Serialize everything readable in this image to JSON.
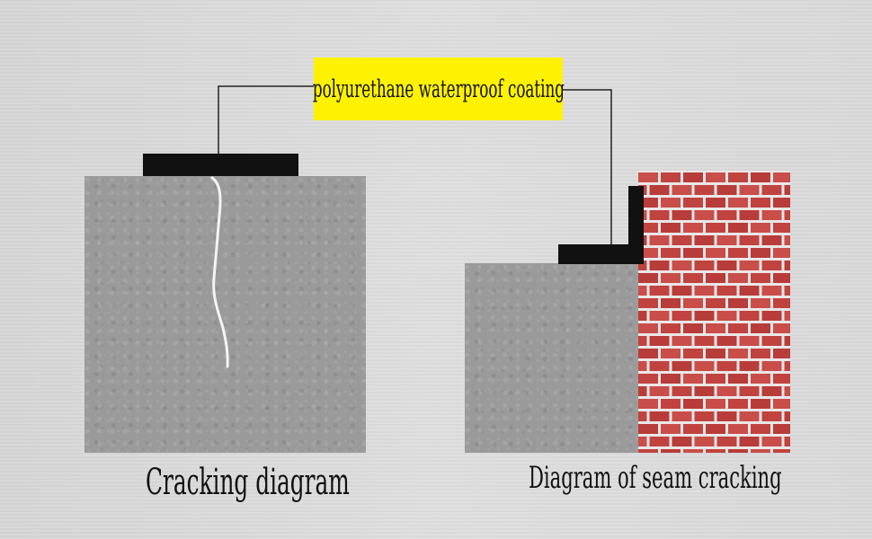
{
  "diagram": {
    "coating_label": "polyurethane waterproof coating",
    "left_caption": "Cracking diagram",
    "right_caption": "Diagram of seam cracking"
  },
  "colors": {
    "label_background": "#fff200",
    "concrete": "#9a9a9a",
    "coating": "#111111",
    "brick": "#c0433f",
    "mortar": "#ece6e6",
    "leader_line": "#222222"
  }
}
